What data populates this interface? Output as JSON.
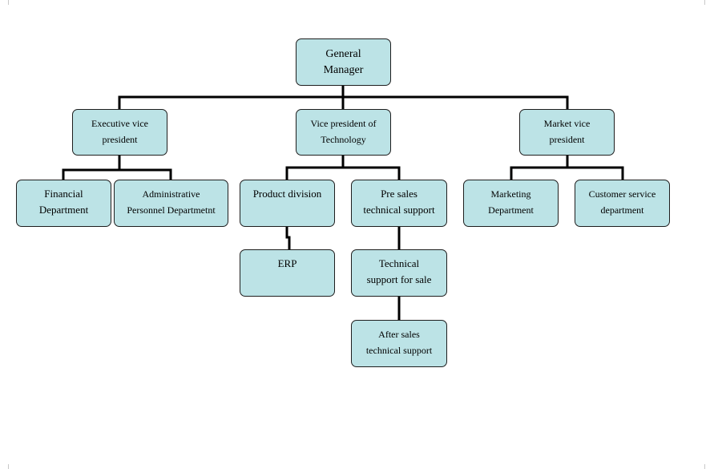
{
  "chart": {
    "colors": {
      "box_fill": "#bce3e6",
      "box_border": "#1e1e1e",
      "connector": "#000000"
    },
    "nodes": {
      "general_manager": {
        "line1": "General",
        "line2": "Manager"
      },
      "exec_vp": {
        "line1": "Executive vice",
        "line2": "president"
      },
      "vp_tech": {
        "line1": "Vice president of",
        "line2": "Technology"
      },
      "market_vp": {
        "line1": "Market vice",
        "line2": "president"
      },
      "financial": {
        "line1": "Financial",
        "line2": "Department"
      },
      "admin": {
        "line1": "Administrative",
        "line2": "Personnel Departmetnt"
      },
      "product": {
        "line1": "Product division",
        "line2": ""
      },
      "presales": {
        "line1": "Pre sales",
        "line2": "technical support"
      },
      "marketing": {
        "line1": "Marketing",
        "line2": "Department"
      },
      "customer_service": {
        "line1": "Customer service",
        "line2": "department"
      },
      "erp": {
        "line1": "ERP",
        "line2": ""
      },
      "tech_support_sale": {
        "line1": "Technical",
        "line2": "support for sale"
      },
      "after_sales": {
        "line1": "After sales",
        "line2": "technical support"
      }
    }
  }
}
